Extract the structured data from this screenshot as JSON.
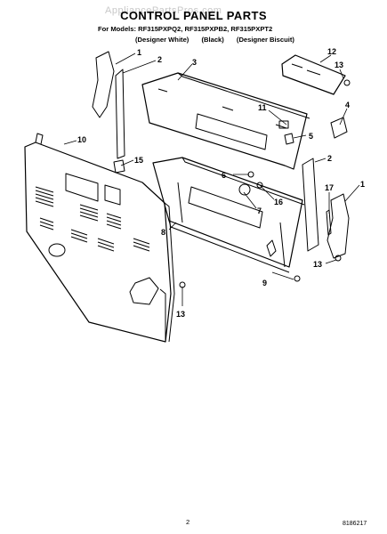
{
  "watermark": "AppliancePartsPros.com",
  "title": "CONTROL PANEL PARTS",
  "models_line": "For Models: RF315PXPQ2, RF315PXPB2, RF315PXPT2",
  "variants": [
    "(Designer White)",
    "(Black)",
    "(Designer Biscuit)"
  ],
  "callouts": {
    "c1a": "1",
    "c2a": "2",
    "c3": "3",
    "c12": "12",
    "c13a": "13",
    "c4": "4",
    "c11": "11",
    "c5": "5",
    "c10": "10",
    "c15": "15",
    "c6": "6",
    "c2b": "2",
    "c1b": "1",
    "c17": "17",
    "c16": "16",
    "c7": "7",
    "c8": "8",
    "c9": "9",
    "c13b": "13",
    "c13c": "13"
  },
  "footer": {
    "page_number": "2",
    "doc_number": "8186217"
  }
}
